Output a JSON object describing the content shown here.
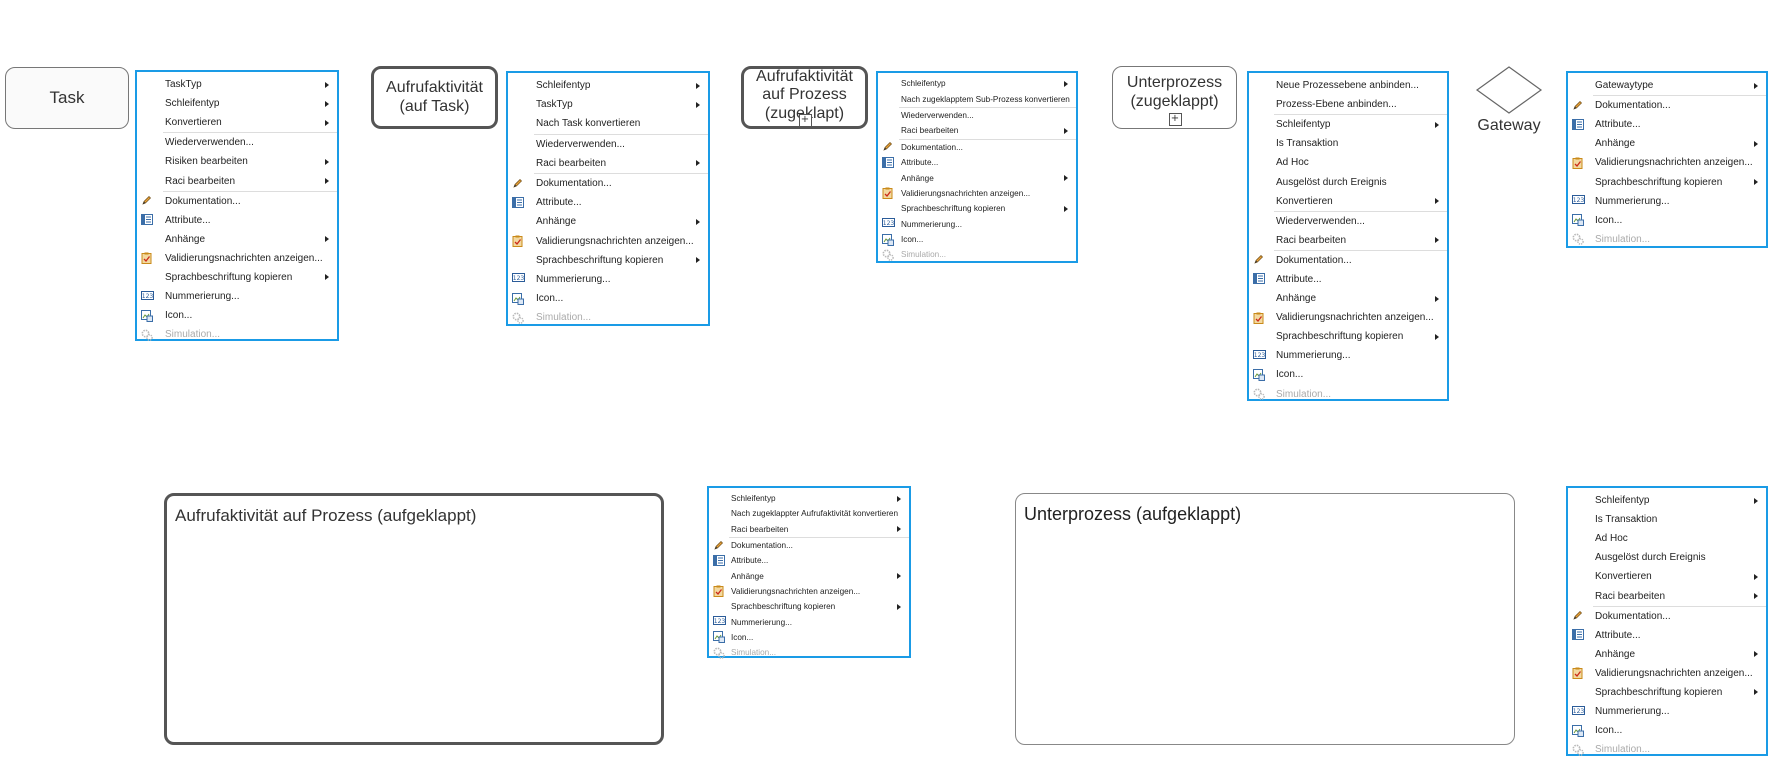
{
  "shapes": {
    "task": "Task",
    "call_task": "Aufrufaktivität\n(auf Task)",
    "call_process_collapsed": "Aufrufaktivität\nauf Prozess\n(zugeklapt)",
    "subprocess_collapsed": "Unterprozess\n(zugeklappt)",
    "gateway": "Gateway",
    "call_process_expanded": "Aufrufaktivität auf Prozess (aufgeklappt)",
    "subprocess_expanded": "Unterprozess (aufgeklappt)"
  },
  "menus": [
    {
      "id": "menu-task",
      "items": [
        {
          "label": "TaskTyp",
          "submenu": true
        },
        {
          "label": "Schleifentyp",
          "submenu": true
        },
        {
          "label": "Konvertieren",
          "submenu": true,
          "sep": true
        },
        {
          "label": "Wiederverwenden..."
        },
        {
          "label": "Risiken bearbeiten",
          "submenu": true
        },
        {
          "label": "Raci bearbeiten",
          "submenu": true,
          "sep": true
        },
        {
          "label": "Dokumentation...",
          "icon": "pencil-icon"
        },
        {
          "label": "Attribute...",
          "icon": "attributes-icon"
        },
        {
          "label": "Anhänge",
          "submenu": true
        },
        {
          "label": "Validierungsnachrichten anzeigen...",
          "icon": "clipboard-check-icon"
        },
        {
          "label": "Sprachbeschriftung kopieren",
          "submenu": true
        },
        {
          "label": "Nummerierung...",
          "icon": "numbering-icon"
        },
        {
          "label": "Icon...",
          "icon": "image-icon"
        },
        {
          "label": "Simulation...",
          "icon": "gears-icon",
          "disabled": true
        }
      ]
    },
    {
      "id": "menu-call-task",
      "items": [
        {
          "label": "Schleifentyp",
          "submenu": true
        },
        {
          "label": "TaskTyp",
          "submenu": true
        },
        {
          "label": "Nach Task konvertieren",
          "sep": true
        },
        {
          "label": "Wiederverwenden..."
        },
        {
          "label": "Raci bearbeiten",
          "submenu": true,
          "sep": true
        },
        {
          "label": "Dokumentation...",
          "icon": "pencil-icon"
        },
        {
          "label": "Attribute...",
          "icon": "attributes-icon"
        },
        {
          "label": "Anhänge",
          "submenu": true
        },
        {
          "label": "Validierungsnachrichten anzeigen...",
          "icon": "clipboard-check-icon"
        },
        {
          "label": "Sprachbeschriftung kopieren",
          "submenu": true
        },
        {
          "label": "Nummerierung...",
          "icon": "numbering-icon"
        },
        {
          "label": "Icon...",
          "icon": "image-icon"
        },
        {
          "label": "Simulation...",
          "icon": "gears-icon",
          "disabled": true
        }
      ]
    },
    {
      "id": "menu-call-process-collapsed",
      "items": [
        {
          "label": "Schleifentyp",
          "submenu": true
        },
        {
          "label": "Nach zugeklapptem Sub-Prozess konvertieren",
          "sep": true
        },
        {
          "label": "Wiederverwenden..."
        },
        {
          "label": "Raci bearbeiten",
          "submenu": true,
          "sep": true
        },
        {
          "label": "Dokumentation...",
          "icon": "pencil-icon"
        },
        {
          "label": "Attribute...",
          "icon": "attributes-icon"
        },
        {
          "label": "Anhänge",
          "submenu": true
        },
        {
          "label": "Validierungsnachrichten anzeigen...",
          "icon": "clipboard-check-icon"
        },
        {
          "label": "Sprachbeschriftung kopieren",
          "submenu": true
        },
        {
          "label": "Nummerierung...",
          "icon": "numbering-icon"
        },
        {
          "label": "Icon...",
          "icon": "image-icon"
        },
        {
          "label": "Simulation...",
          "icon": "gears-icon",
          "disabled": true
        }
      ]
    },
    {
      "id": "menu-subprocess-collapsed",
      "items": [
        {
          "label": "Neue Prozessebene anbinden..."
        },
        {
          "label": "Prozess-Ebene anbinden...",
          "sep": true
        },
        {
          "label": "Schleifentyp",
          "submenu": true
        },
        {
          "label": "Is Transaktion"
        },
        {
          "label": "Ad Hoc"
        },
        {
          "label": "Ausgelöst durch Ereignis"
        },
        {
          "label": "Konvertieren",
          "submenu": true,
          "sep": true
        },
        {
          "label": "Wiederverwenden..."
        },
        {
          "label": "Raci bearbeiten",
          "submenu": true,
          "sep": true
        },
        {
          "label": "Dokumentation...",
          "icon": "pencil-icon"
        },
        {
          "label": "Attribute...",
          "icon": "attributes-icon"
        },
        {
          "label": "Anhänge",
          "submenu": true
        },
        {
          "label": "Validierungsnachrichten anzeigen...",
          "icon": "clipboard-check-icon"
        },
        {
          "label": "Sprachbeschriftung kopieren",
          "submenu": true
        },
        {
          "label": "Nummerierung...",
          "icon": "numbering-icon"
        },
        {
          "label": "Icon...",
          "icon": "image-icon"
        },
        {
          "label": "Simulation...",
          "icon": "gears-icon",
          "disabled": true
        }
      ]
    },
    {
      "id": "menu-gateway",
      "items": [
        {
          "label": "Gatewaytype",
          "submenu": true,
          "sep": true
        },
        {
          "label": "Dokumentation...",
          "icon": "pencil-icon"
        },
        {
          "label": "Attribute...",
          "icon": "attributes-icon"
        },
        {
          "label": "Anhänge",
          "submenu": true
        },
        {
          "label": "Validierungsnachrichten anzeigen...",
          "icon": "clipboard-check-icon"
        },
        {
          "label": "Sprachbeschriftung kopieren",
          "submenu": true
        },
        {
          "label": "Nummerierung...",
          "icon": "numbering-icon"
        },
        {
          "label": "Icon...",
          "icon": "image-icon"
        },
        {
          "label": "Simulation...",
          "icon": "gears-icon",
          "disabled": true
        }
      ]
    },
    {
      "id": "menu-call-process-expanded",
      "items": [
        {
          "label": "Schleifentyp",
          "submenu": true
        },
        {
          "label": "Nach zugeklappter Aufrufaktivität konvertieren"
        },
        {
          "label": "Raci bearbeiten",
          "submenu": true,
          "sep": true
        },
        {
          "label": "Dokumentation...",
          "icon": "pencil-icon"
        },
        {
          "label": "Attribute...",
          "icon": "attributes-icon"
        },
        {
          "label": "Anhänge",
          "submenu": true
        },
        {
          "label": "Validierungsnachrichten anzeigen...",
          "icon": "clipboard-check-icon"
        },
        {
          "label": "Sprachbeschriftung kopieren",
          "submenu": true
        },
        {
          "label": "Nummerierung...",
          "icon": "numbering-icon"
        },
        {
          "label": "Icon...",
          "icon": "image-icon"
        },
        {
          "label": "Simulation...",
          "icon": "gears-icon",
          "disabled": true
        }
      ]
    },
    {
      "id": "menu-subprocess-expanded",
      "items": [
        {
          "label": "Schleifentyp",
          "submenu": true
        },
        {
          "label": "Is Transaktion"
        },
        {
          "label": "Ad Hoc"
        },
        {
          "label": "Ausgelöst durch Ereignis"
        },
        {
          "label": "Konvertieren",
          "submenu": true
        },
        {
          "label": "Raci bearbeiten",
          "submenu": true,
          "sep": true
        },
        {
          "label": "Dokumentation...",
          "icon": "pencil-icon"
        },
        {
          "label": "Attribute...",
          "icon": "attributes-icon"
        },
        {
          "label": "Anhänge",
          "submenu": true
        },
        {
          "label": "Validierungsnachrichten anzeigen...",
          "icon": "clipboard-check-icon"
        },
        {
          "label": "Sprachbeschriftung kopieren",
          "submenu": true
        },
        {
          "label": "Nummerierung...",
          "icon": "numbering-icon"
        },
        {
          "label": "Icon...",
          "icon": "image-icon"
        },
        {
          "label": "Simulation...",
          "icon": "gears-icon",
          "disabled": true
        }
      ]
    }
  ]
}
